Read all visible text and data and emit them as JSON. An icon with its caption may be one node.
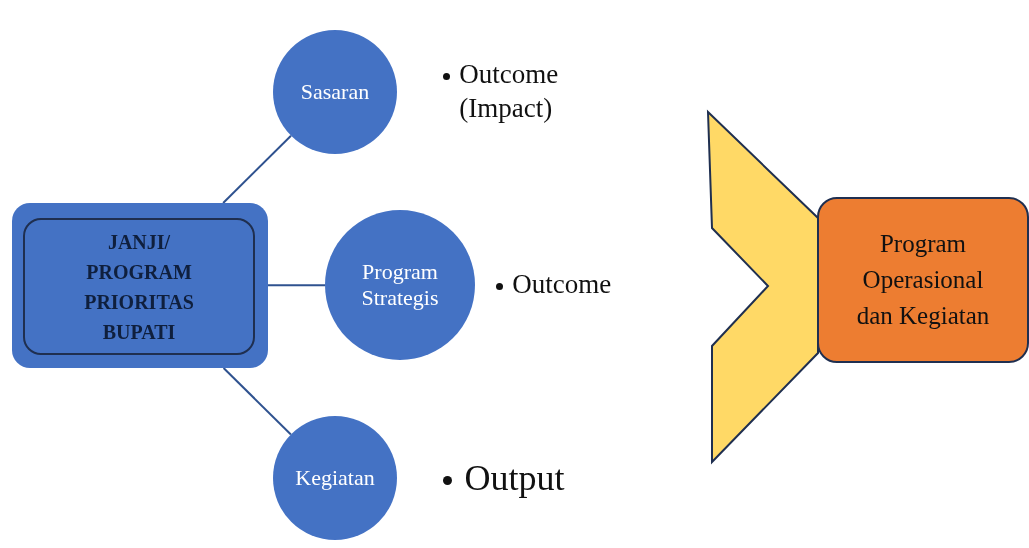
{
  "diagram": {
    "nodes": [
      {
        "text": [],
        "shape": "box"
      },
      {
        "text": [
          "JANJI/ PROGRAM PRIORITAS BUPATI"
        ],
        "in": 0
      },
      {
        "text": [
          "Sasaran"
        ],
        "beside": [
          "Outcome (Impact)"
        ]
      },
      {
        "text": [
          "Program Strategis"
        ],
        "beside": [
          "Outcome"
        ]
      },
      {
        "text": [
          "Kegiatan"
        ],
        "beside": [
          "Output"
        ]
      },
      {
        "text": [],
        "shape": "chevron"
      },
      {
        "text": [
          "Program Operasional dan Kegiatan"
        ]
      }
    ],
    "edges": [
      {
        "from": 0,
        "to": 2,
        "arrow": "none"
      },
      {
        "from": 0,
        "to": 3,
        "arrow": "none"
      },
      {
        "from": 0,
        "to": 4,
        "arrow": "none"
      }
    ]
  }
}
